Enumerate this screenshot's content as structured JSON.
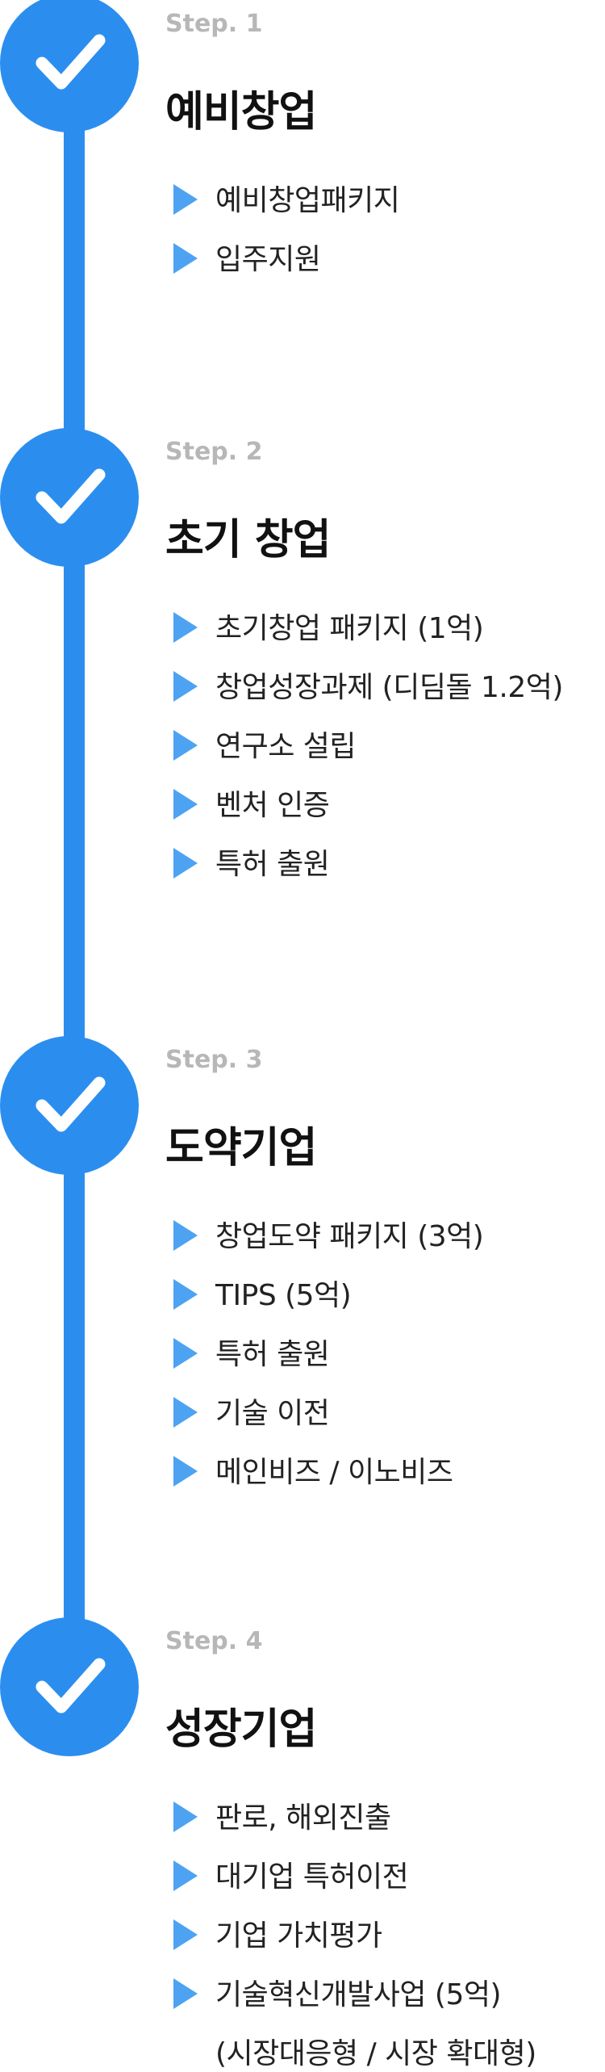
{
  "accent_color": "#2b8eef",
  "arrow_color": "#4da3f2",
  "icons": {
    "step_marker": "check-circle-icon",
    "bullet": "triangle-right-icon"
  },
  "steps": [
    {
      "label": "Step. 1",
      "title": "예비창업",
      "items": [
        "예비창업패키지",
        "입주지원"
      ]
    },
    {
      "label": "Step. 2",
      "title": "초기 창업",
      "items": [
        "초기창업 패키지 (1억)",
        "창업성장과제 (디딤돌 1.2억)",
        "연구소 설립",
        "벤처 인증",
        "특허 출원"
      ]
    },
    {
      "label": "Step. 3",
      "title": "도약기업",
      "items": [
        "창업도약 패키지 (3억)",
        "TIPS (5억)",
        "특허 출원",
        "기술 이전",
        "메인비즈 / 이노비즈"
      ]
    },
    {
      "label": "Step. 4",
      "title": "성장기업",
      "items": [
        "판로, 해외진출",
        "대기업 특허이전",
        "기업 가치평가",
        "기술혁신개발사업 (5억)"
      ],
      "item_sub": "(시장대응형 / 시장 확대형)"
    }
  ]
}
